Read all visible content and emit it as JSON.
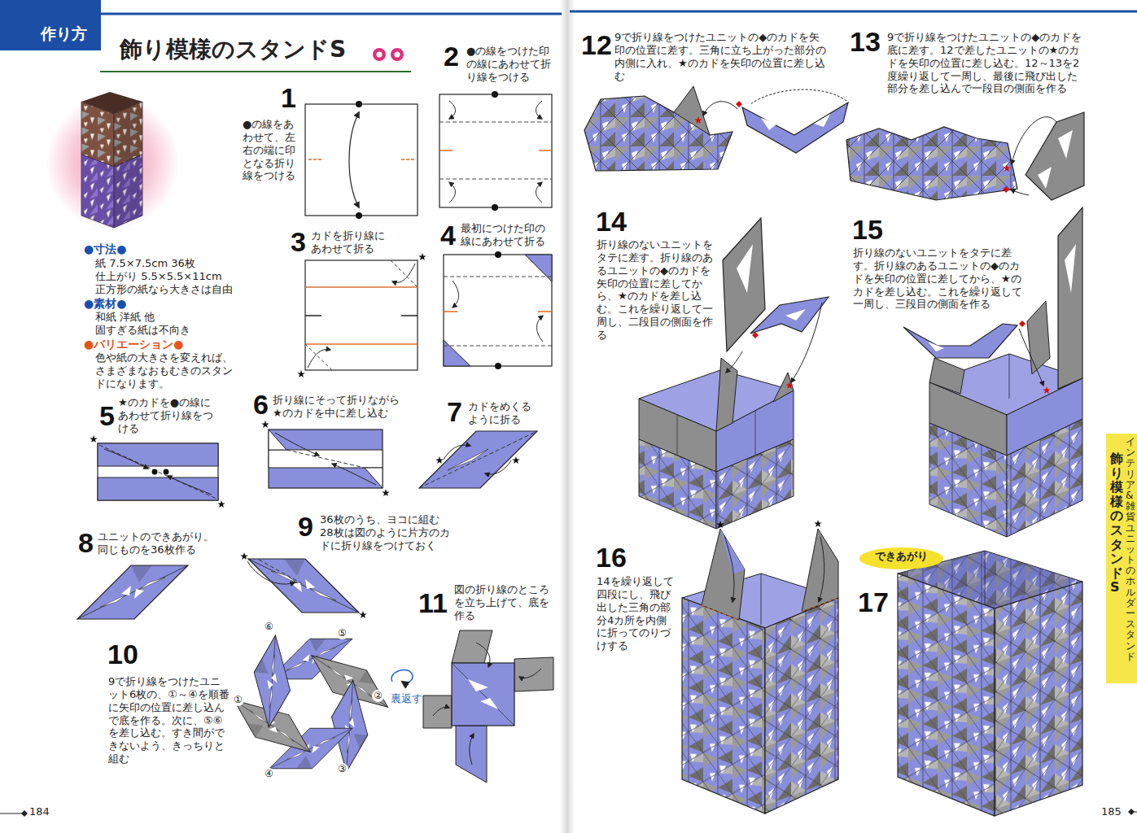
{
  "diagram": {
    "title": "飾り模様のスタンドS",
    "nodes": [
      {
        "text": [
          "作り方"
        ]
      },
      {
        "text": [
          "できあがり"
        ]
      },
      {
        "text": [
          "インテリア&雑貨 ユニットのホルダースタンド",
          "飾り模様のスタンドS"
        ]
      }
    ],
    "labels": [
      "1",
      "●の線をあわせて、左右の端に印となる折り線をつける",
      "2",
      "●の線をつけた印の線にあわせて折り線をつける",
      "3",
      "カドを折り線にあわせて折る",
      "4",
      "最初につけた印の線にあわせて折る",
      "●寸法●",
      "紙 7.5×7.5cm 36枚",
      "仕上がり 5.5×5.5×11cm",
      "正方形の紙なら大きさは自由",
      "●素材●",
      "和紙 洋紙 他",
      "固すぎる紙は不向き",
      "●バリエーション●",
      "色や紙の大きさを変えれば、さまざまなおもむきのスタンドになります。",
      "5",
      "★のカドを●の線にあわせて折り線をつける",
      "6",
      "折り線にそって折りながら★のカドを中に差し込む",
      "7",
      "カドをめくるように折る",
      "8",
      "ユニットのできあがり。同じものを36枚作る",
      "9",
      "36枚のうち、ヨコに組む28枚は図のように片方のカドに折り線をつけておく",
      "10",
      "9で折り線をつけたユニット6枚の、①～④を順番に矢印の位置に差し込んで底を作る。次に、⑤⑥を差し込む。すき間ができないよう、きっちりと組む",
      "⑥",
      "⑤",
      "①",
      "②",
      "④",
      "③",
      "裏返す",
      "11",
      "図の折り線のところを立ち上げて、底を作る",
      "184",
      "12",
      "9で折り線をつけたユニットの◆のカドを矢印の位置に差す。三角に立ち上がった部分の内側に入れ、★のカドを矢印の位置に差し込む",
      "13",
      "9で折り線をつけたユニットの◆のカドを底に差す。12で差したユニットの★のカドを矢印の位置に差し込む。12～13を2度繰り返して一周し、最後に飛び出した部分を差し込んで一段目の側面を作る",
      "14",
      "折り線のないユニットをタテに差す。折り線のあるユニットの◆のカドを矢印の位置に差してから、★のカドを差し込む。これを繰り返して一周し、二段目の側面を作る",
      "15",
      "折り線のないユニットをタテに差す。折り線のあるユニットの◆のカドを矢印の位置に差してから、★のカドを差し込む。これを繰り返して一周し、三段目の側面を作る",
      "16",
      "14を繰り返して四段にし、飛び出した三角の部分4カ所を内側に折ってのりづけする",
      "17",
      "185"
    ]
  }
}
